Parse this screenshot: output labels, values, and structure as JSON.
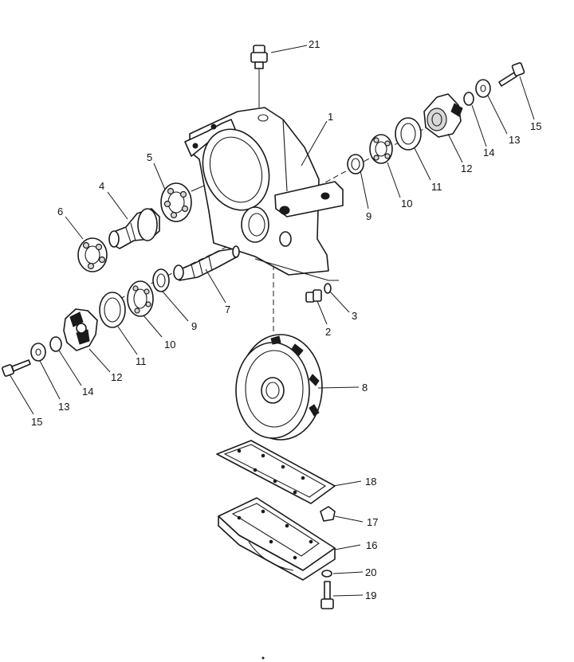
{
  "callouts": [
    {
      "id": "c1",
      "text": "1"
    },
    {
      "id": "c2",
      "text": "2"
    },
    {
      "id": "c3",
      "text": "3"
    },
    {
      "id": "c4",
      "text": "4"
    },
    {
      "id": "c5",
      "text": "5"
    },
    {
      "id": "c6",
      "text": "6"
    },
    {
      "id": "c7",
      "text": "7"
    },
    {
      "id": "c8",
      "text": "8"
    },
    {
      "id": "c9a",
      "text": "9"
    },
    {
      "id": "c9b",
      "text": "9"
    },
    {
      "id": "c10a",
      "text": "10"
    },
    {
      "id": "c10b",
      "text": "10"
    },
    {
      "id": "c11a",
      "text": "11"
    },
    {
      "id": "c11b",
      "text": "11"
    },
    {
      "id": "c12a",
      "text": "12"
    },
    {
      "id": "c12b",
      "text": "12"
    },
    {
      "id": "c13a",
      "text": "13"
    },
    {
      "id": "c13b",
      "text": "13"
    },
    {
      "id": "c14a",
      "text": "14"
    },
    {
      "id": "c14b",
      "text": "14"
    },
    {
      "id": "c15a",
      "text": "15"
    },
    {
      "id": "c15b",
      "text": "15"
    },
    {
      "id": "c16",
      "text": "16"
    },
    {
      "id": "c17",
      "text": "17"
    },
    {
      "id": "c18",
      "text": "18"
    },
    {
      "id": "c19",
      "text": "19"
    },
    {
      "id": "c20",
      "text": "20"
    },
    {
      "id": "c21",
      "text": "21"
    }
  ]
}
